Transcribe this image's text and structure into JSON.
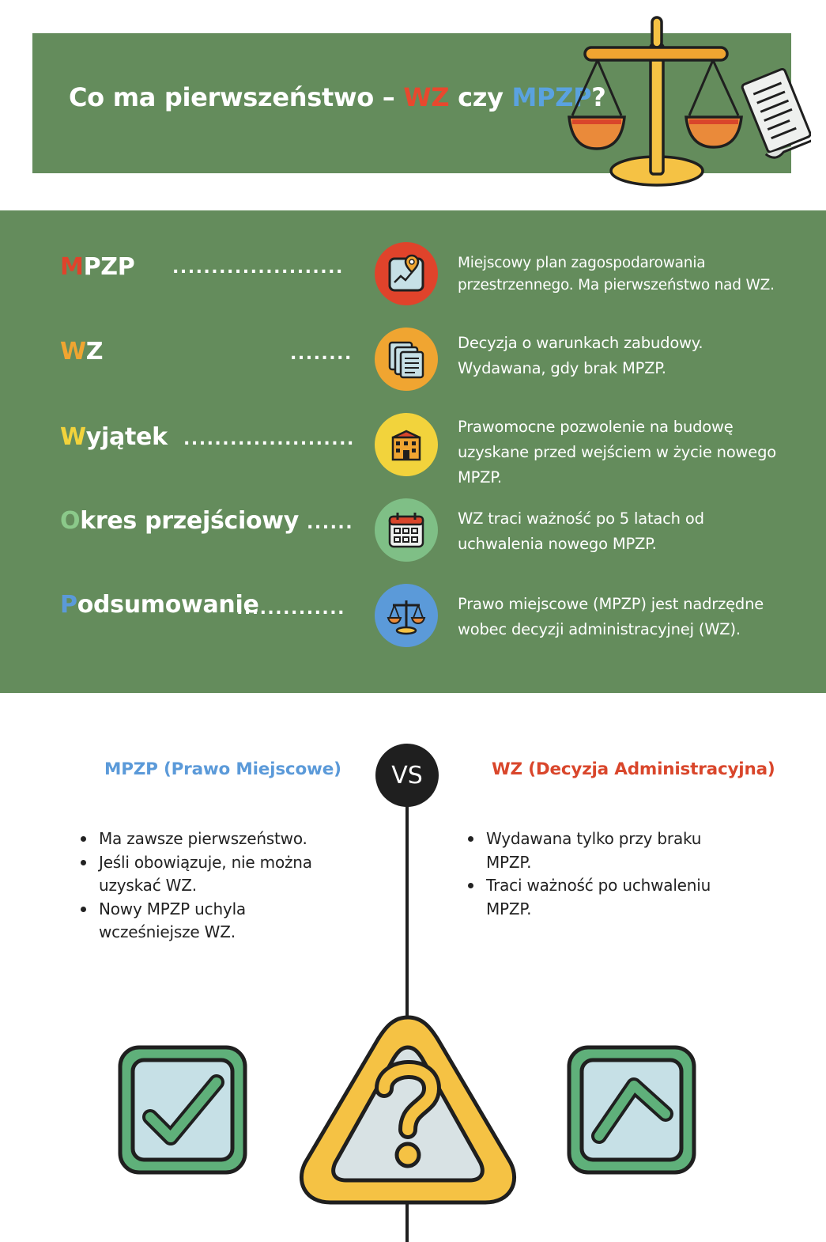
{
  "header": {
    "title_prefix": "Co ma pierwszeństwo – ",
    "title_wz": "WZ",
    "title_mid": " czy ",
    "title_mpzp": "MPZP",
    "title_suffix": "?",
    "illustration_icon": "balance-scale-with-document-icon"
  },
  "glossary": {
    "items": [
      {
        "initial": "M",
        "rest": "PZP",
        "initial_color": "#e0432b",
        "dots": "......................",
        "icon": "map-pin-icon",
        "icon_bg": "#e0432b",
        "description": "Miejscowy plan zagospodarowania przestrzennego. Ma pierwszeństwo nad WZ."
      },
      {
        "initial": "W",
        "rest": "Z",
        "initial_color": "#f0a531",
        "dots": "........",
        "icon": "documents-icon",
        "icon_bg": "#f0a531",
        "description": "Decyzja o warunkach zabudowy. Wydawana, gdy brak MPZP."
      },
      {
        "initial": "W",
        "rest": "yjątek",
        "initial_color": "#f2d33c",
        "dots": "......................",
        "icon": "building-icon",
        "icon_bg": "#f2d33c",
        "description": "Prawomocne pozwolenie na budowę uzyskane przed wejściem w życie nowego MPZP."
      },
      {
        "initial": "O",
        "rest": "kres przejściowy",
        "initial_color": "#8bc98a",
        "dots": "......",
        "icon": "calendar-icon",
        "icon_bg": "#7fbf86",
        "description": "WZ traci ważność po 5 latach od uchwalenia nowego MPZP."
      },
      {
        "initial": "P",
        "rest": "odsumowanie",
        "initial_color": "#5b9ad9",
        "dots": "..............",
        "icon": "scales-icon",
        "icon_bg": "#5b9ad9",
        "description": "Prawo miejscowe (MPZP) jest nadrzędne wobec decyzji administracyjnej (WZ)."
      }
    ]
  },
  "comparison": {
    "vs_label": "VS",
    "left": {
      "title": "MPZP (Prawo Miejscowe)",
      "color": "#5b9ad9",
      "bullets": [
        "Ma zawsze pierwszeństwo.",
        "Jeśli obowiązuje, nie można uzyskać WZ.",
        "Nowy MPZP uchyla wcześniejsze WZ."
      ]
    },
    "right": {
      "title": "WZ (Decyzja Administracyjna)",
      "color": "#d9462b",
      "bullets": [
        "Wydawana tylko przy braku MPZP.",
        "Traci ważność po uchwaleniu MPZP."
      ]
    },
    "icons": [
      "checkmark-icon",
      "question-warning-icon",
      "caret-up-icon"
    ]
  },
  "colors": {
    "band_green": "#648c5c",
    "dark": "#1f1f1f",
    "box_green": "#5fb07a",
    "box_fill": "#c6e0e6",
    "warning_yellow": "#f5c244"
  }
}
